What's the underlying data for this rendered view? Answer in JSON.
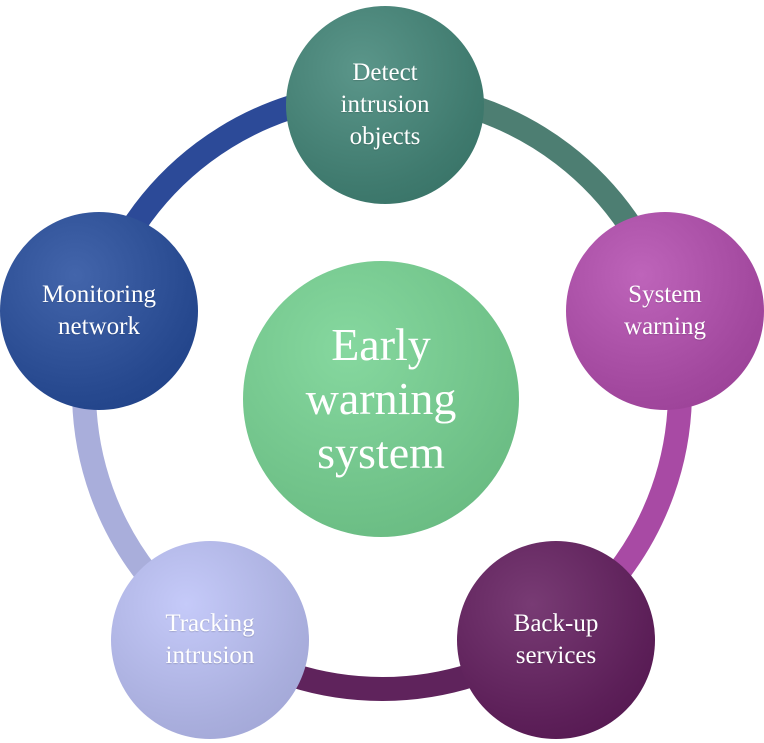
{
  "center": {
    "label": "Early\nwarning\nsystem",
    "color": "#6dbf86"
  },
  "nodes": [
    {
      "id": "detect",
      "label": "Detect\nintrusion\nobjects",
      "color": "#3f7a6e"
    },
    {
      "id": "system-warning",
      "label": "System\nwarning",
      "color": "#a2489e"
    },
    {
      "id": "backup",
      "label": "Back-up\nservices",
      "color": "#5c1f58"
    },
    {
      "id": "tracking",
      "label": "Tracking\nintrusion",
      "color": "#a9aedd"
    },
    {
      "id": "monitoring",
      "label": "Monitoring\nnetwork",
      "color": "#27498f"
    }
  ],
  "ring_segments": [
    {
      "from": "detect",
      "to": "system-warning",
      "color": "#4d7e72"
    },
    {
      "from": "system-warning",
      "to": "backup",
      "color": "#a84aa4"
    },
    {
      "from": "backup",
      "to": "tracking",
      "color": "#5f235c"
    },
    {
      "from": "tracking",
      "to": "monitoring",
      "color": "#a9aedb"
    },
    {
      "from": "monitoring",
      "to": "detect",
      "color": "#2c4a98"
    }
  ]
}
